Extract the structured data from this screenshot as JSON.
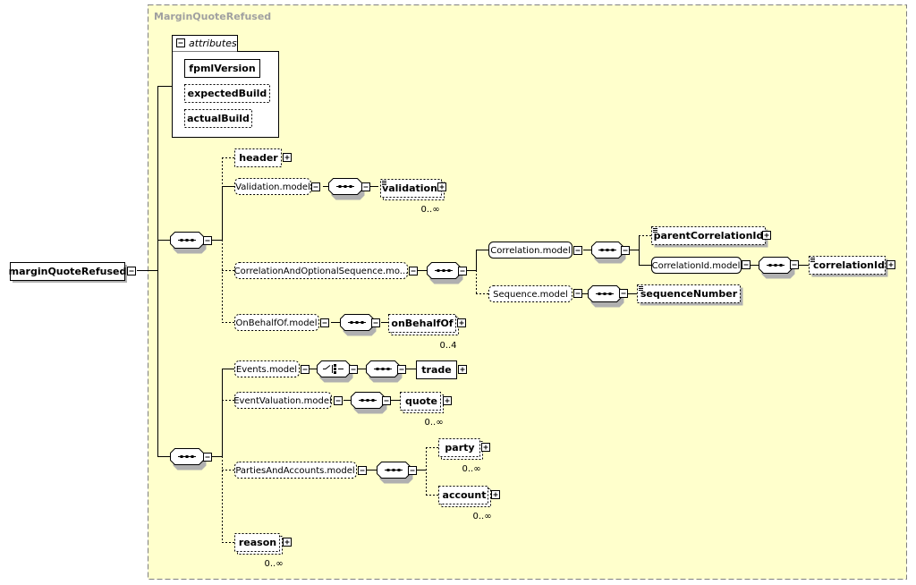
{
  "type_name": "MarginQuoteRefused",
  "attributes_label": "attributes",
  "root": {
    "label": "marginQuoteRefused"
  },
  "attributes": [
    {
      "label": "fpmlVersion",
      "required": true
    },
    {
      "label": "expectedBuild",
      "required": false
    },
    {
      "label": "actualBuild",
      "required": false
    }
  ],
  "elements": {
    "header": "header",
    "validation": "validation",
    "parentCorrelationId": "parentCorrelationId",
    "correlationId": "correlationId",
    "sequenceNumber": "sequenceNumber",
    "onBehalfOf": "onBehalfOf",
    "trade": "trade",
    "quote": "quote",
    "party": "party",
    "account": "account",
    "reason": "reason"
  },
  "groups": {
    "validation_model": "Validation.model",
    "correlation_seq_model": "CorrelationAndOptionalSequence.mo...",
    "correlation_model": "Correlation.model",
    "correlation_id_model": "CorrelationId.model",
    "sequence_model": "Sequence.model",
    "on_behalf_of_model": "OnBehalfOf.model",
    "events_model": "Events.model",
    "event_valuation_model": "EventValuation.model",
    "parties_accounts_model": "PartiesAndAccounts.model"
  },
  "cardinalities": {
    "validation": "0..∞",
    "onBehalfOf": "0..4",
    "quote": "0..∞",
    "party": "0..∞",
    "account": "0..∞",
    "reason": "0..∞"
  },
  "colors": {
    "canvas_bg": "#ffffcc",
    "canvas_border": "#808080",
    "node_bg": "#ffffff",
    "shadow": "#b0b0b0",
    "line": "#000000",
    "type_label": "#a0a0a0"
  }
}
